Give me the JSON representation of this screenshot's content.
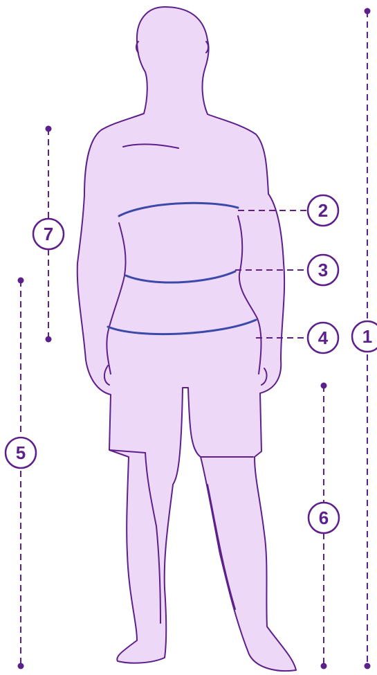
{
  "colors": {
    "body_fill": "#edd9f7",
    "outline": "#5d1f8a",
    "measure_band": "#3d49a8",
    "background": "#ffffff"
  },
  "figure": {
    "icon": "standing-male-figure"
  },
  "badges": {
    "b1": "1",
    "b2": "2",
    "b3": "3",
    "b4": "4",
    "b5": "5",
    "b6": "6",
    "b7": "7"
  }
}
